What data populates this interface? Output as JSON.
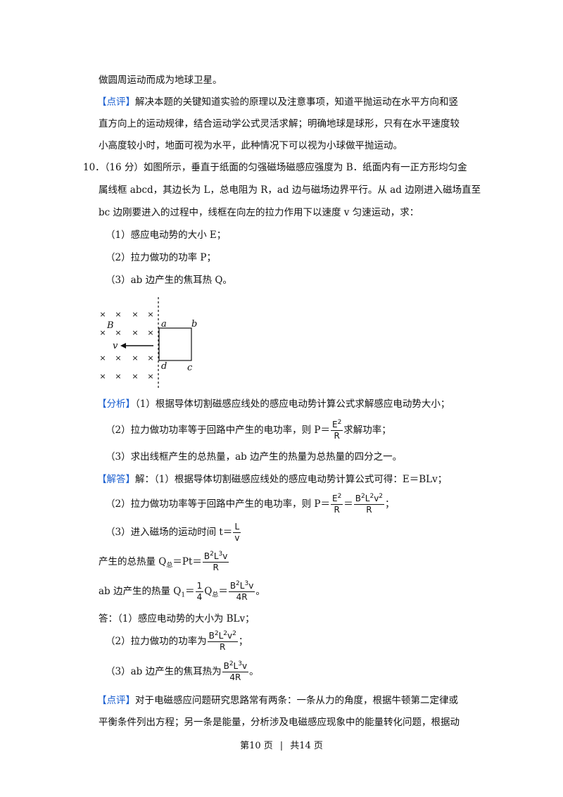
{
  "lines": {
    "l1": "做圆周运动而成为地球卫星。",
    "pp1_tag": "【点评】",
    "pp1_a": "解决本题的关键知道实验的原理以及注意事项，知道平抛运动在水平方向和竖",
    "pp1_b": "直方向上的运动规律，结合运动学公式灵活求解；明确地球是球形，只有在水平速度较",
    "pp1_c": "小高度较小时，地面可视为水平，此种情况下可以视为小球做平抛运动。",
    "q10_num": "10．",
    "q10_a": "（16 分）如图所示，垂直于纸面的匀强磁场磁感应强度为 B．纸面内有一正方形均匀金",
    "q10_b": "属线框 abcd，其边长为 L，总电阻为 R，ad 边与磁场边界平行。从 ad 边刚进入磁场直至",
    "q10_c": "bc 边刚要进入的过程中，线框在向左的拉力作用下以速度 v 匀速运动，求：",
    "q10_s1": "（1）感应电动势的大小 E；",
    "q10_s2": "（2）拉力做功的功率 P；",
    "q10_s3": "（3）ab 边产生的焦耳热 Q。"
  },
  "figure": {
    "label_B": "B",
    "label_v": "v",
    "label_a": "a",
    "label_b": "b",
    "label_c": "c",
    "label_d": "d",
    "cross": "×"
  },
  "analysis": {
    "tag": "【分析】",
    "a1": "（1）根据导体切割磁感应线处的感应电动势计算公式求解感应电动势大小；",
    "a2_pre": "（2）拉力做功功率等于回路中产生的电功率，则 P＝",
    "a2_num": "E",
    "a2_num_sup": "2",
    "a2_den": "R",
    "a2_post": "求解功率；",
    "a3": "（3）求出线框产生的总热量，ab 边产生的热量为总热量的四分之一。"
  },
  "solution": {
    "tag": "【解答】",
    "s1": "解：（1）根据导体切割磁感应线处的感应电动势计算公式可得：E＝BLv；",
    "s2_pre": "（2）拉力做功功率等于回路中产生的电功率，则 P＝",
    "s2_f1_num": "E",
    "s2_f1_sup": "2",
    "s2_f1_den": "R",
    "s2_eq": "＝",
    "s2_f2_num": "B",
    "s2_f2_s1": "2",
    "s2_f2_l": "L",
    "s2_f2_s2": "2",
    "s2_f2_v": "v",
    "s2_f2_s3": "2",
    "s2_f2_den": "R",
    "s2_post": "；",
    "s3_pre": "（3）进入磁场的运动时间 t＝",
    "s3_num": "L",
    "s3_den": "v",
    "s4_pre": "产生的总热量 Q",
    "s4_sub": "总",
    "s4_mid": "＝Pt＝",
    "s4_num_b": "B",
    "s4_num_s1": "2",
    "s4_num_l": "L",
    "s4_num_s2": "3",
    "s4_num_v": "v",
    "s4_den": "R",
    "s5_pre": "ab 边产生的热量 Q",
    "s5_sub1": "1",
    "s5_eq1": "＝",
    "s5_q_num": "1",
    "s5_q_den": "4",
    "s5_q": "Q",
    "s5_sub2": "总",
    "s5_eq2": "＝",
    "s5_num_b": "B",
    "s5_num_s1": "2",
    "s5_num_l": "L",
    "s5_num_s2": "3",
    "s5_num_v": "v",
    "s5_den": "4R",
    "s5_post": "。",
    "ans1": "答：（1）感应电动势的大小为 BLv；",
    "ans2_pre": "（2）拉力做功的功率为",
    "ans2_b": "B",
    "ans2_s1": "2",
    "ans2_l": "L",
    "ans2_s2": "2",
    "ans2_v": "v",
    "ans2_s3": "2",
    "ans2_den": "R",
    "ans2_post": "；",
    "ans3_pre": "（3）ab 边产生的焦耳热为",
    "ans3_b": "B",
    "ans3_s1": "2",
    "ans3_l": "L",
    "ans3_s2": "3",
    "ans3_v": "v",
    "ans3_den": "4R",
    "ans3_post": "。"
  },
  "review": {
    "tag": "【点评】",
    "r1": "对于电磁感应问题研究思路常有两条：一条从力的角度，根据牛顿第二定律或",
    "r2": "平衡条件列出方程；另一条是能量，分析涉及电磁感应现象中的能量转化问题，根据动"
  },
  "footer": {
    "page": "第10 页",
    "sep": "|",
    "total": "共14 页"
  },
  "colors": {
    "tag": "#1a5fd0",
    "text": "#111111"
  }
}
